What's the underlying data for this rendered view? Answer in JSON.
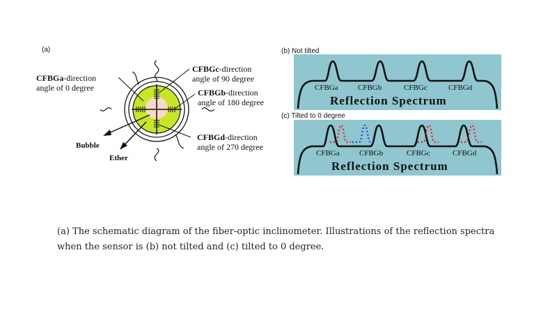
{
  "panel_a": {
    "label": "(a)",
    "cfbga": {
      "bold": "CFBGa",
      "rest": "-direction",
      "line2": "angle of 0 degree"
    },
    "cfbgc": {
      "bold": "CFBGc",
      "rest": "-direction",
      "line2": "angle of 90 degree"
    },
    "cfbgb": {
      "bold": "CFBGb",
      "rest": "-direction",
      "line2": "angle of 180 degree"
    },
    "cfbgd": {
      "bold": "CFBGd",
      "rest": "-direction",
      "line2": "angle of 270 degree"
    },
    "bubble": "Bubble",
    "ether": "Ether",
    "colors": {
      "ring": "#c8e626",
      "core": "#f6d9c8"
    }
  },
  "panel_b": {
    "label": "(b) Not tilted",
    "fbg_labels": [
      "CFBGa",
      "CFBGb",
      "CFBGc",
      "CFBGd"
    ],
    "title": "Reflection Spectrum",
    "background": "#8fc6cf"
  },
  "panel_c": {
    "label": "(c) Tilted to 0 degree",
    "fbg_labels": [
      "CFBGa",
      "CFBGb",
      "CFBGc",
      "CFBGd"
    ],
    "title": "Reflection Spectrum",
    "shift_colors": {
      "red": "#e02020",
      "blue": "#1a3fd6"
    }
  },
  "caption": "(a) The schematic diagram of the fiber-optic inclinometer. Illustrations of the reflection spectra when the sensor is (b) not tilted and (c) tilted to 0 degree."
}
